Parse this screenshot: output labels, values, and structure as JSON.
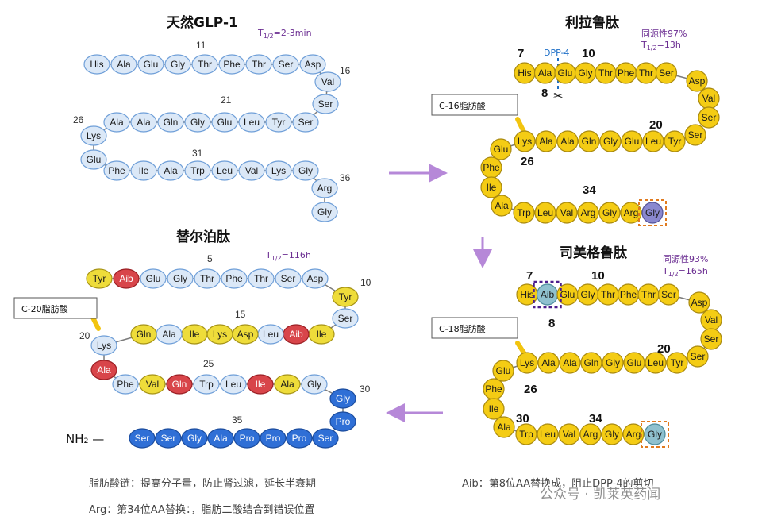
{
  "colors": {
    "light_fill": "#dbe8f7",
    "light_stroke": "#6f9fd8",
    "yellow_fill": "#eedc3a",
    "yellow_stroke": "#a69316",
    "red_fill": "#d8454a",
    "red_stroke": "#9b1f24",
    "blue_fill": "#2f6fd6",
    "blue_stroke": "#1b4c9e",
    "gold_fill": "#f4cc14",
    "gold_stroke": "#a98a10",
    "purple_fill": "#8a88cf",
    "teal_fill": "#8fc1cf",
    "arrow": "#b688d8",
    "half_life": "#6a2c91"
  },
  "panels": {
    "glp1": {
      "title": "天然GLP-1",
      "half_life": "T1/2=2-3min",
      "rows": [
        [
          "His",
          "Ala",
          "Glu",
          "Gly",
          "Thr",
          "Phe",
          "Thr",
          "Ser",
          "Asp"
        ],
        [
          "Val"
        ],
        [
          "Ser"
        ],
        [
          "Ser",
          "Tyr",
          "Leu",
          "Glu",
          "Gly",
          "Gln",
          "Ala",
          "Ala"
        ],
        [
          "Lys"
        ],
        [
          "Glu"
        ],
        [
          "Phe",
          "Ile",
          "Ala",
          "Trp",
          "Leu",
          "Val",
          "Lys",
          "Gly"
        ],
        [
          "Arg"
        ],
        [
          "Gly"
        ]
      ],
      "numbers": [
        "11",
        "16",
        "21",
        "26",
        "31",
        "36"
      ]
    },
    "liraglutide": {
      "title": "利拉鲁肽",
      "homology": "同源性97%",
      "half_life": "T1/2=13h",
      "dpp_label": "DPP-4",
      "scissors": "✂",
      "fatty_acid": "C-16脂肪酸",
      "top": [
        "His",
        "Ala",
        "Glu",
        "Gly",
        "Thr",
        "Phe",
        "Thr",
        "Ser"
      ],
      "right": [
        "Asp",
        "Val",
        "Ser",
        "Ser"
      ],
      "middle": [
        "Tyr",
        "Leu",
        "Glu",
        "Gly",
        "Gln",
        "Ala",
        "Ala",
        "Lys"
      ],
      "left": [
        "Glu",
        "Phe",
        "Ile",
        "Ala"
      ],
      "bottom": [
        "Trp",
        "Leu",
        "Val",
        "Arg",
        "Gly",
        "Arg",
        "Gly"
      ],
      "numbers": [
        "7",
        "10",
        "8",
        "20",
        "26",
        "34"
      ]
    },
    "semaglutide": {
      "title": "司美格鲁肽",
      "homology": "同源性93%",
      "half_life": "T1/2=165h",
      "fatty_acid": "C-18脂肪酸",
      "top": [
        "His",
        "Aib",
        "Glu",
        "Gly",
        "Thr",
        "Phe",
        "Thr",
        "Ser"
      ],
      "right": [
        "Asp",
        "Val",
        "Ser",
        "Ser"
      ],
      "middle": [
        "Tyr",
        "Leu",
        "Glu",
        "Gly",
        "Gln",
        "Ala",
        "Ala",
        "Lys"
      ],
      "left": [
        "Glu",
        "Phe",
        "Ile",
        "Ala"
      ],
      "bottom": [
        "Trp",
        "Leu",
        "Val",
        "Arg",
        "Gly",
        "Arg",
        "Gly"
      ],
      "numbers": [
        "7",
        "10",
        "8",
        "20",
        "26",
        "30",
        "34"
      ]
    },
    "tirzepatide": {
      "title": "替尔泊肽",
      "half_life": "T1/2=116h",
      "fatty_acid": "C-20脂肪酸",
      "nh2": "NH₂ —",
      "row1": [
        "Tyr",
        "Aib",
        "Glu",
        "Gly",
        "Thr",
        "Phe",
        "Thr",
        "Ser",
        "Asp"
      ],
      "row1_colors": [
        "yellow",
        "red",
        "light",
        "light",
        "light",
        "light",
        "light",
        "light",
        "light"
      ],
      "right1": [
        "Tyr",
        "Ser"
      ],
      "right1_colors": [
        "yellow",
        "light"
      ],
      "row2": [
        "Ile",
        "Aib",
        "Leu",
        "Asp",
        "Lys",
        "Ile",
        "Ala",
        "Gln"
      ],
      "row2_colors": [
        "yellow",
        "red",
        "light",
        "yellow",
        "yellow",
        "yellow",
        "light",
        "yellow"
      ],
      "left2": [
        "Lys",
        "Ala"
      ],
      "left2_colors": [
        "light",
        "red"
      ],
      "row3": [
        "Phe",
        "Val",
        "Gln",
        "Trp",
        "Leu",
        "Ile",
        "Ala",
        "Gly"
      ],
      "row3_colors": [
        "light",
        "yellow",
        "red",
        "light",
        "light",
        "red",
        "yellow",
        "light"
      ],
      "right3": [
        "Gly",
        "Pro"
      ],
      "row4": [
        "Ser",
        "Pro",
        "Pro",
        "Pro",
        "Ala",
        "Gly",
        "Ser",
        "Ser"
      ],
      "numbers": [
        "5",
        "10",
        "15",
        "20",
        "25",
        "30",
        "35"
      ]
    }
  },
  "notes": {
    "fatty_acid_chain": "脂肪酸链：提高分子量，防止肾过滤，延长半衰期",
    "aib": "Aib：第8位AA替换成，阻止DPP-4的剪切",
    "arg": "Arg：第34位AA替换：，脂肪二酸结合到错误位置"
  },
  "watermark": "公众号 · 凯莱英药闻"
}
